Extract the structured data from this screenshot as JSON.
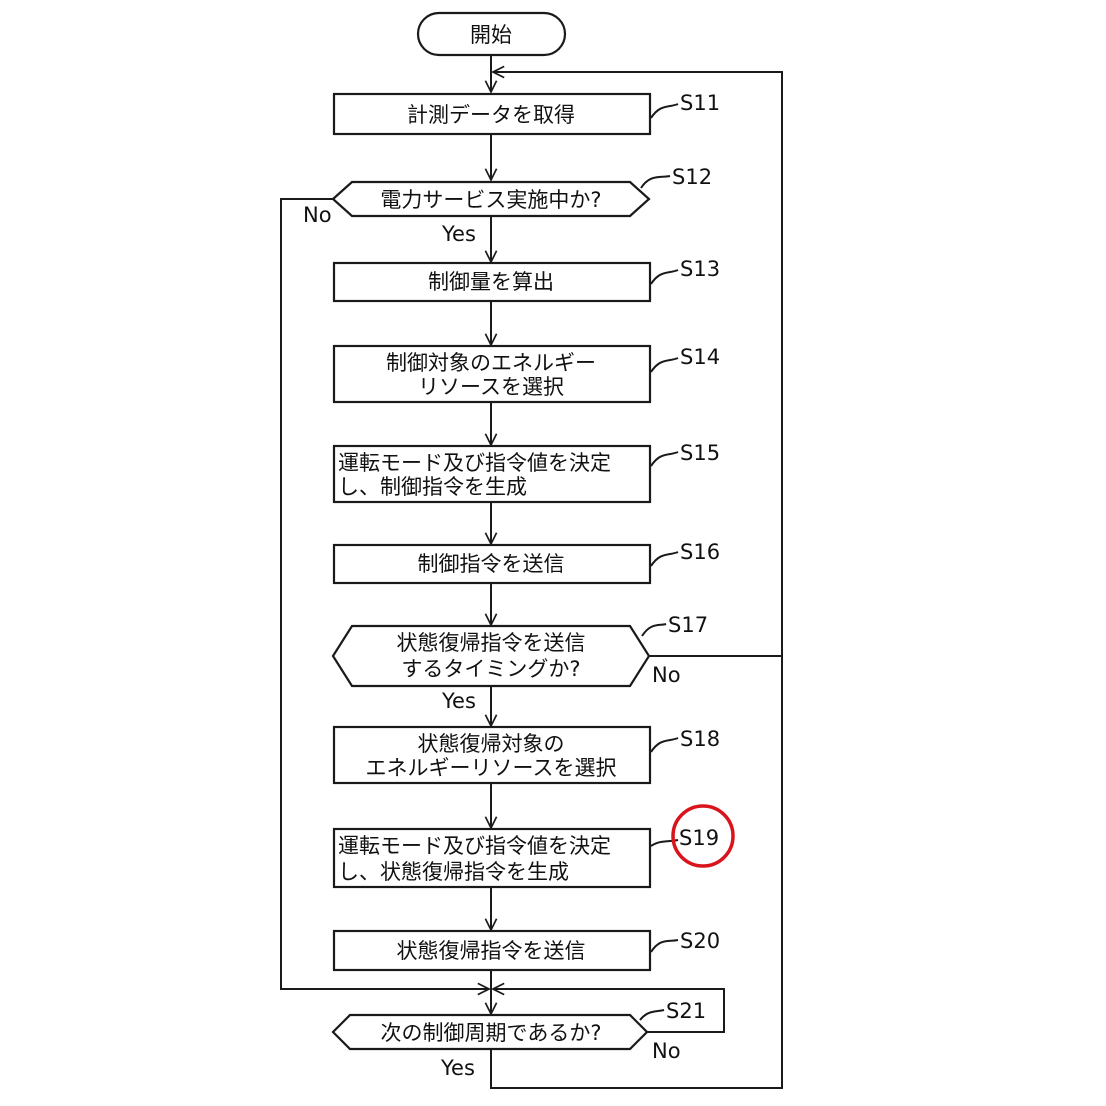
{
  "start": {
    "label": "開始"
  },
  "steps": [
    {
      "id": "S11",
      "lines": [
        "計測データを取得"
      ]
    },
    {
      "id": "S12",
      "lines": [
        "電力サービス実施中か?"
      ],
      "yes": "Yes",
      "no": "No"
    },
    {
      "id": "S13",
      "lines": [
        "制御量を算出"
      ]
    },
    {
      "id": "S14",
      "lines": [
        "制御対象のエネルギー",
        "リソースを選択"
      ]
    },
    {
      "id": "S15",
      "lines": [
        "運転モード及び指令値を決定",
        "し、制御指令を生成"
      ]
    },
    {
      "id": "S16",
      "lines": [
        "制御指令を送信"
      ]
    },
    {
      "id": "S17",
      "lines": [
        "状態復帰指令を送信",
        "するタイミングか?"
      ],
      "yes": "Yes",
      "no": "No"
    },
    {
      "id": "S18",
      "lines": [
        "状態復帰対象の",
        "エネルギーリソースを選択"
      ]
    },
    {
      "id": "S19",
      "lines": [
        "運転モード及び指令値を決定",
        "し、状態復帰指令を生成"
      ],
      "highlighted": true
    },
    {
      "id": "S20",
      "lines": [
        "状態復帰指令を送信"
      ]
    },
    {
      "id": "S21",
      "lines": [
        "次の制御周期であるか?"
      ],
      "yes": "Yes",
      "no": "No"
    }
  ],
  "highlight_color": "#d9141b"
}
